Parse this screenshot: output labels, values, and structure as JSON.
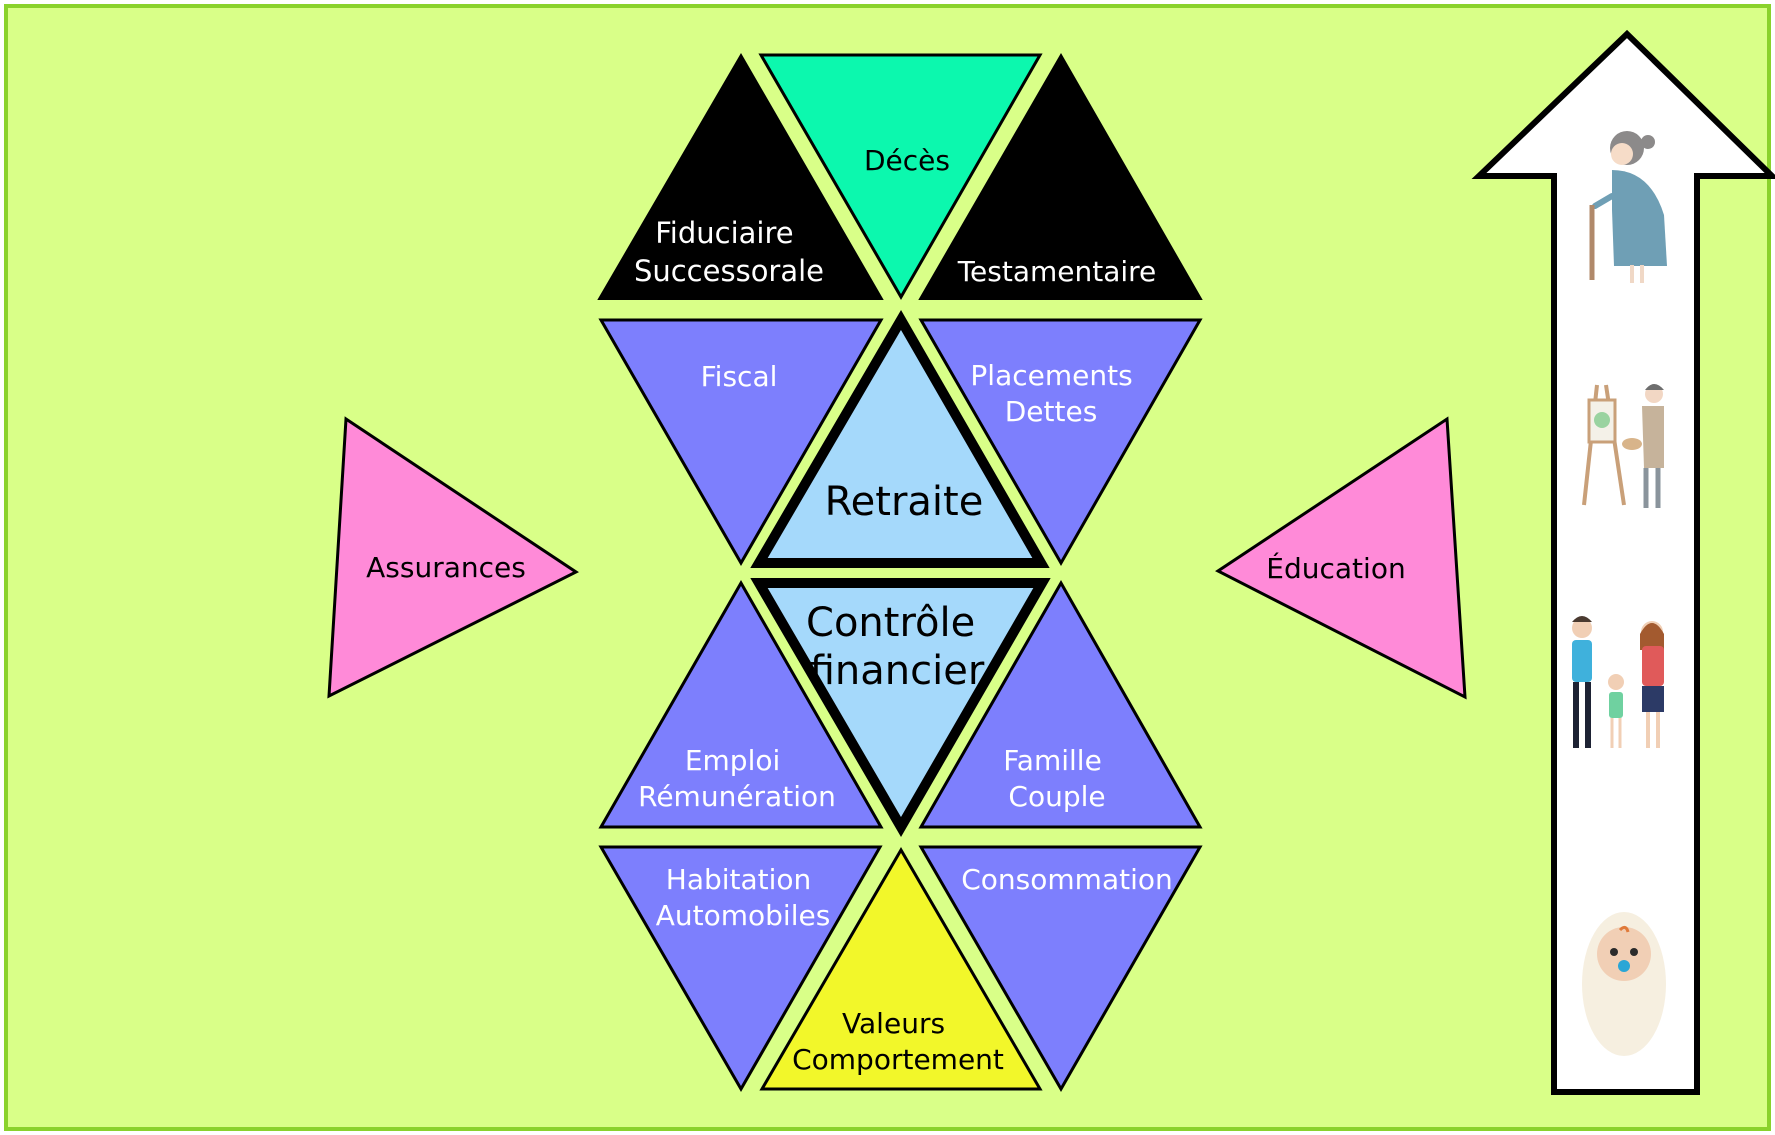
{
  "colors": {
    "background": "#d9ff88",
    "border": "#8ad22c",
    "black_triangle": "#000000",
    "teal_triangle": "#0cf8ae",
    "blue_triangle": "#7d7ffd",
    "light_blue_triangle": "#a5d9fb",
    "pink_triangle": "#ff8ad8",
    "yellow_triangle": "#f2f72a",
    "arrow_fill": "#ffffff"
  },
  "diagram": {
    "top_row": {
      "fiduciaire": [
        "Fiduciaire",
        "Successorale"
      ],
      "deces": [
        "Décès"
      ],
      "testamentaire": [
        "Testamentaire"
      ]
    },
    "second_row": {
      "fiscal": [
        "Fiscal"
      ],
      "retraite": [
        "Retraite"
      ],
      "placements": [
        "Placements",
        "Dettes"
      ]
    },
    "third_row": {
      "emploi": [
        "Emploi",
        "Rémunération"
      ],
      "controle": [
        "Contrôle",
        "financier"
      ],
      "famille": [
        "Famille",
        "Couple"
      ]
    },
    "bottom_row": {
      "habitation": [
        "Habitation",
        "Automobiles"
      ],
      "valeurs": [
        "Valeurs",
        "Comportement"
      ],
      "consommation": [
        "Consommation"
      ]
    },
    "side": {
      "assurances": [
        "Assurances"
      ],
      "education": [
        "Éducation"
      ]
    }
  },
  "life_stage_icons": [
    "elderly-person-icon",
    "painter-icon",
    "family-icon",
    "baby-icon"
  ]
}
